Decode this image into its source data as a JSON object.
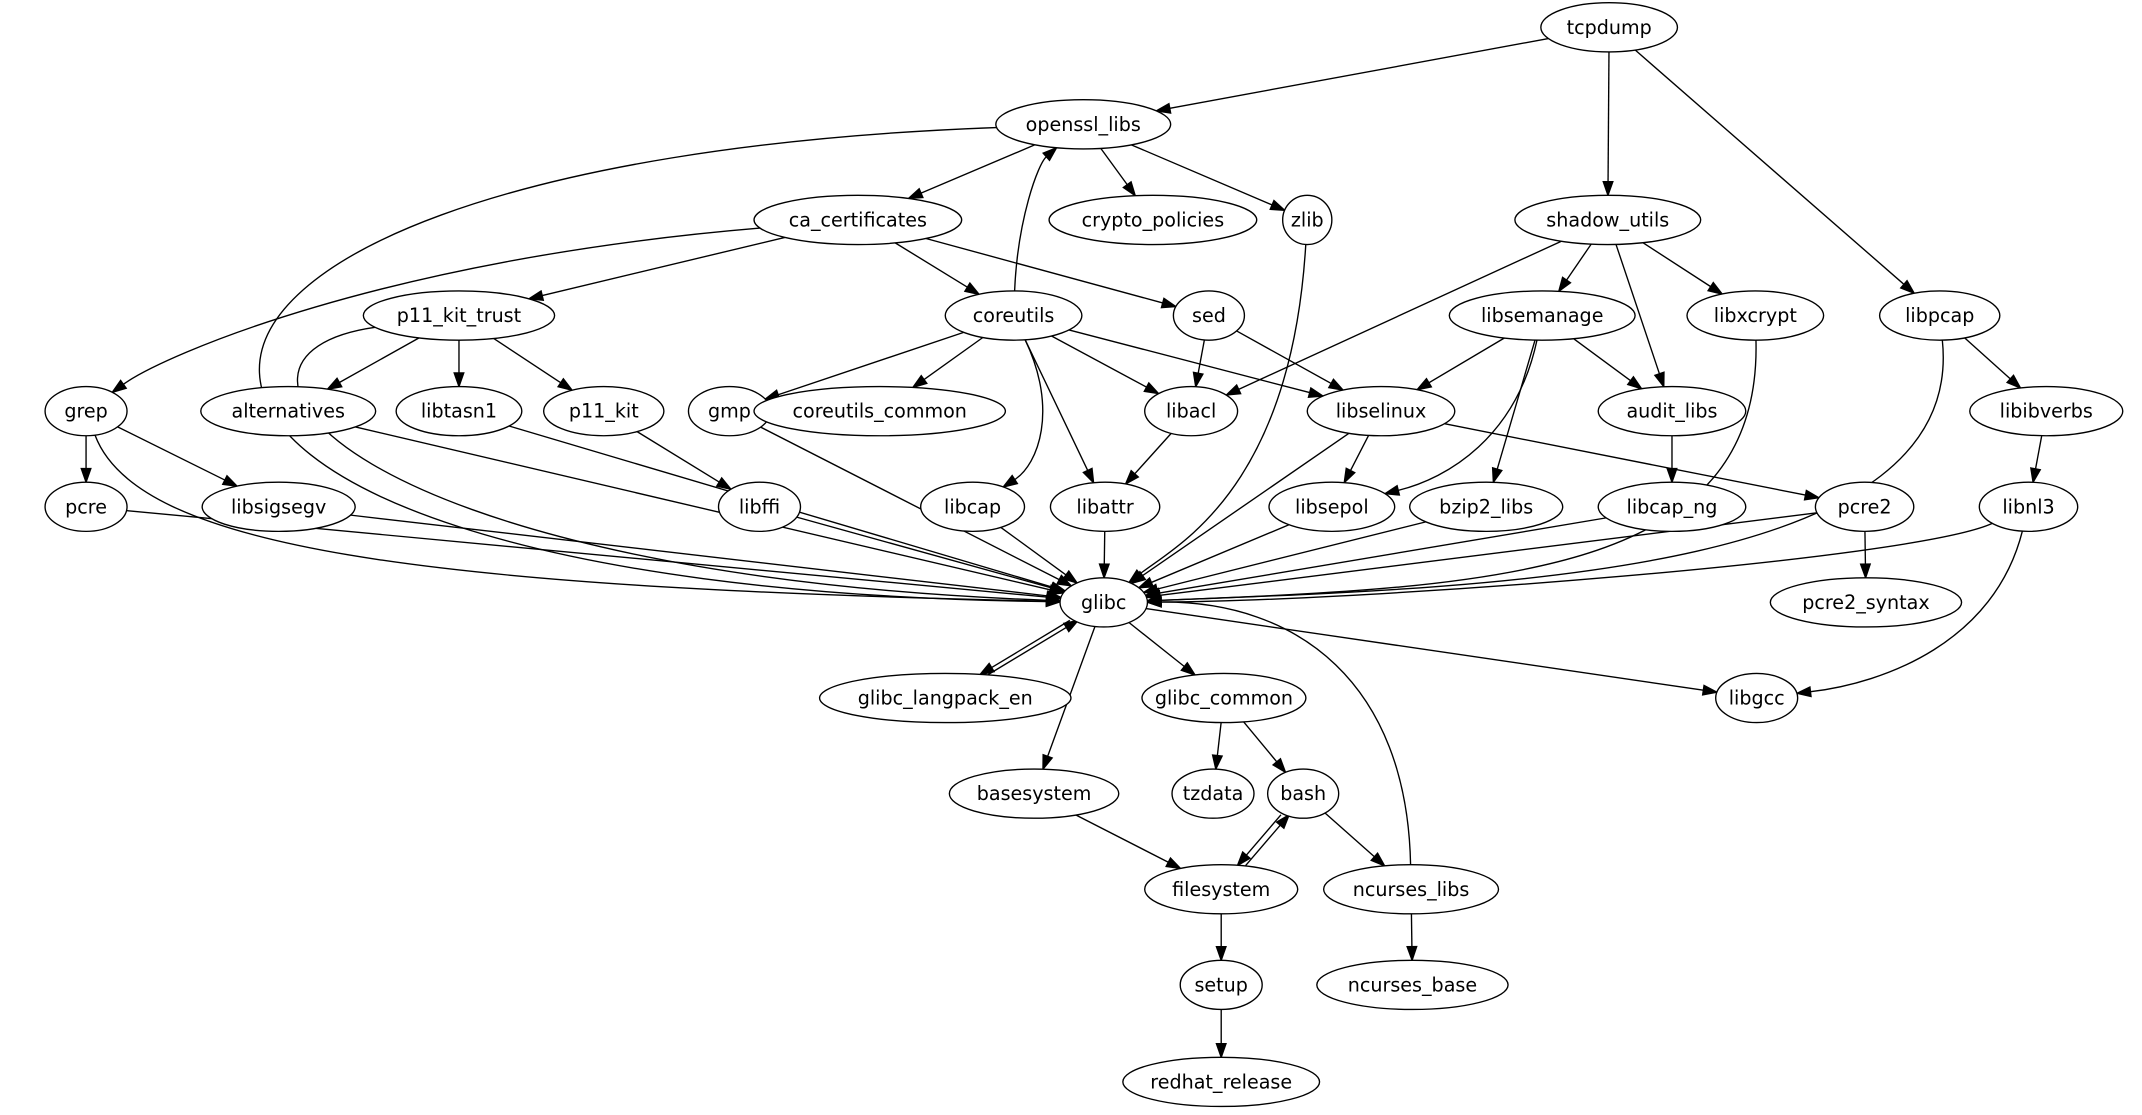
{
  "title": "package dependency graph",
  "colors": {
    "stroke": "#000000",
    "fill": "#ffffff"
  },
  "nodes": [
    {
      "id": "tcpdump",
      "label": "tcpdump"
    },
    {
      "id": "openssl_libs",
      "label": "openssl_libs"
    },
    {
      "id": "ca_certificates",
      "label": "ca_certificates"
    },
    {
      "id": "crypto_policies",
      "label": "crypto_policies"
    },
    {
      "id": "zlib",
      "label": "zlib"
    },
    {
      "id": "shadow_utils",
      "label": "shadow_utils"
    },
    {
      "id": "p11_kit_trust",
      "label": "p11_kit_trust"
    },
    {
      "id": "coreutils",
      "label": "coreutils"
    },
    {
      "id": "sed",
      "label": "sed"
    },
    {
      "id": "libsemanage",
      "label": "libsemanage"
    },
    {
      "id": "libxcrypt",
      "label": "libxcrypt"
    },
    {
      "id": "libpcap",
      "label": "libpcap"
    },
    {
      "id": "grep",
      "label": "grep"
    },
    {
      "id": "alternatives",
      "label": "alternatives"
    },
    {
      "id": "libtasn1",
      "label": "libtasn1"
    },
    {
      "id": "p11_kit",
      "label": "p11_kit"
    },
    {
      "id": "gmp",
      "label": "gmp"
    },
    {
      "id": "coreutils_common",
      "label": "coreutils_common"
    },
    {
      "id": "libacl",
      "label": "libacl"
    },
    {
      "id": "libselinux",
      "label": "libselinux"
    },
    {
      "id": "audit_libs",
      "label": "audit_libs"
    },
    {
      "id": "libibverbs",
      "label": "libibverbs"
    },
    {
      "id": "pcre",
      "label": "pcre"
    },
    {
      "id": "libsigsegv",
      "label": "libsigsegv"
    },
    {
      "id": "libffi",
      "label": "libffi"
    },
    {
      "id": "libcap",
      "label": "libcap"
    },
    {
      "id": "libattr",
      "label": "libattr"
    },
    {
      "id": "libsepol",
      "label": "libsepol"
    },
    {
      "id": "bzip2_libs",
      "label": "bzip2_libs"
    },
    {
      "id": "libcap_ng",
      "label": "libcap_ng"
    },
    {
      "id": "pcre2",
      "label": "pcre2"
    },
    {
      "id": "libnl3",
      "label": "libnl3"
    },
    {
      "id": "glibc",
      "label": "glibc"
    },
    {
      "id": "pcre2_syntax",
      "label": "pcre2_syntax"
    },
    {
      "id": "glibc_langpack_en",
      "label": "glibc_langpack_en"
    },
    {
      "id": "glibc_common",
      "label": "glibc_common"
    },
    {
      "id": "libgcc",
      "label": "libgcc"
    },
    {
      "id": "basesystem",
      "label": "basesystem"
    },
    {
      "id": "tzdata",
      "label": "tzdata"
    },
    {
      "id": "bash",
      "label": "bash"
    },
    {
      "id": "filesystem",
      "label": "filesystem"
    },
    {
      "id": "ncurses_libs",
      "label": "ncurses_libs"
    },
    {
      "id": "setup",
      "label": "setup"
    },
    {
      "id": "ncurses_base",
      "label": "ncurses_base"
    },
    {
      "id": "redhat_release",
      "label": "redhat_release"
    }
  ],
  "edges": [
    [
      "tcpdump",
      "openssl_libs"
    ],
    [
      "tcpdump",
      "shadow_utils"
    ],
    [
      "tcpdump",
      "libpcap"
    ],
    [
      "openssl_libs",
      "ca_certificates"
    ],
    [
      "openssl_libs",
      "crypto_policies"
    ],
    [
      "openssl_libs",
      "zlib"
    ],
    [
      "openssl_libs",
      "glibc"
    ],
    [
      "ca_certificates",
      "p11_kit_trust"
    ],
    [
      "ca_certificates",
      "coreutils"
    ],
    [
      "ca_certificates",
      "sed"
    ],
    [
      "ca_certificates",
      "grep"
    ],
    [
      "coreutils",
      "openssl_libs"
    ],
    [
      "coreutils",
      "gmp"
    ],
    [
      "coreutils",
      "coreutils_common"
    ],
    [
      "coreutils",
      "libacl"
    ],
    [
      "coreutils",
      "libselinux"
    ],
    [
      "coreutils",
      "libcap"
    ],
    [
      "coreutils",
      "libattr"
    ],
    [
      "zlib",
      "glibc"
    ],
    [
      "shadow_utils",
      "libsemanage"
    ],
    [
      "shadow_utils",
      "audit_libs"
    ],
    [
      "shadow_utils",
      "libxcrypt"
    ],
    [
      "shadow_utils",
      "libacl"
    ],
    [
      "p11_kit_trust",
      "alternatives"
    ],
    [
      "p11_kit_trust",
      "libtasn1"
    ],
    [
      "p11_kit_trust",
      "p11_kit"
    ],
    [
      "p11_kit_trust",
      "glibc"
    ],
    [
      "sed",
      "libacl"
    ],
    [
      "sed",
      "libselinux"
    ],
    [
      "libsemanage",
      "libselinux"
    ],
    [
      "libsemanage",
      "audit_libs"
    ],
    [
      "libsemanage",
      "libsepol"
    ],
    [
      "libsemanage",
      "bzip2_libs"
    ],
    [
      "libxcrypt",
      "glibc"
    ],
    [
      "libpcap",
      "libibverbs"
    ],
    [
      "libpcap",
      "glibc"
    ],
    [
      "grep",
      "pcre"
    ],
    [
      "grep",
      "libsigsegv"
    ],
    [
      "grep",
      "glibc"
    ],
    [
      "alternatives",
      "glibc"
    ],
    [
      "libtasn1",
      "glibc"
    ],
    [
      "p11_kit",
      "libffi"
    ],
    [
      "gmp",
      "glibc"
    ],
    [
      "libacl",
      "libattr"
    ],
    [
      "libselinux",
      "libsepol"
    ],
    [
      "libselinux",
      "pcre2"
    ],
    [
      "libselinux",
      "glibc"
    ],
    [
      "audit_libs",
      "libcap_ng"
    ],
    [
      "libibverbs",
      "libnl3"
    ],
    [
      "pcre",
      "glibc"
    ],
    [
      "libsigsegv",
      "glibc"
    ],
    [
      "libffi",
      "glibc"
    ],
    [
      "libcap",
      "glibc"
    ],
    [
      "libattr",
      "glibc"
    ],
    [
      "libsepol",
      "glibc"
    ],
    [
      "bzip2_libs",
      "glibc"
    ],
    [
      "libcap_ng",
      "glibc"
    ],
    [
      "pcre2",
      "glibc"
    ],
    [
      "pcre2",
      "pcre2_syntax"
    ],
    [
      "libnl3",
      "glibc"
    ],
    [
      "libnl3",
      "libgcc"
    ],
    [
      "glibc",
      "glibc_langpack_en"
    ],
    [
      "glibc_langpack_en",
      "glibc"
    ],
    [
      "glibc",
      "glibc_common"
    ],
    [
      "glibc",
      "basesystem"
    ],
    [
      "glibc",
      "libgcc"
    ],
    [
      "glibc_common",
      "tzdata"
    ],
    [
      "glibc_common",
      "bash"
    ],
    [
      "basesystem",
      "filesystem"
    ],
    [
      "bash",
      "filesystem"
    ],
    [
      "filesystem",
      "bash"
    ],
    [
      "bash",
      "ncurses_libs"
    ],
    [
      "ncurses_libs",
      "glibc"
    ],
    [
      "ncurses_libs",
      "ncurses_base"
    ],
    [
      "filesystem",
      "setup"
    ],
    [
      "setup",
      "redhat_release"
    ]
  ]
}
